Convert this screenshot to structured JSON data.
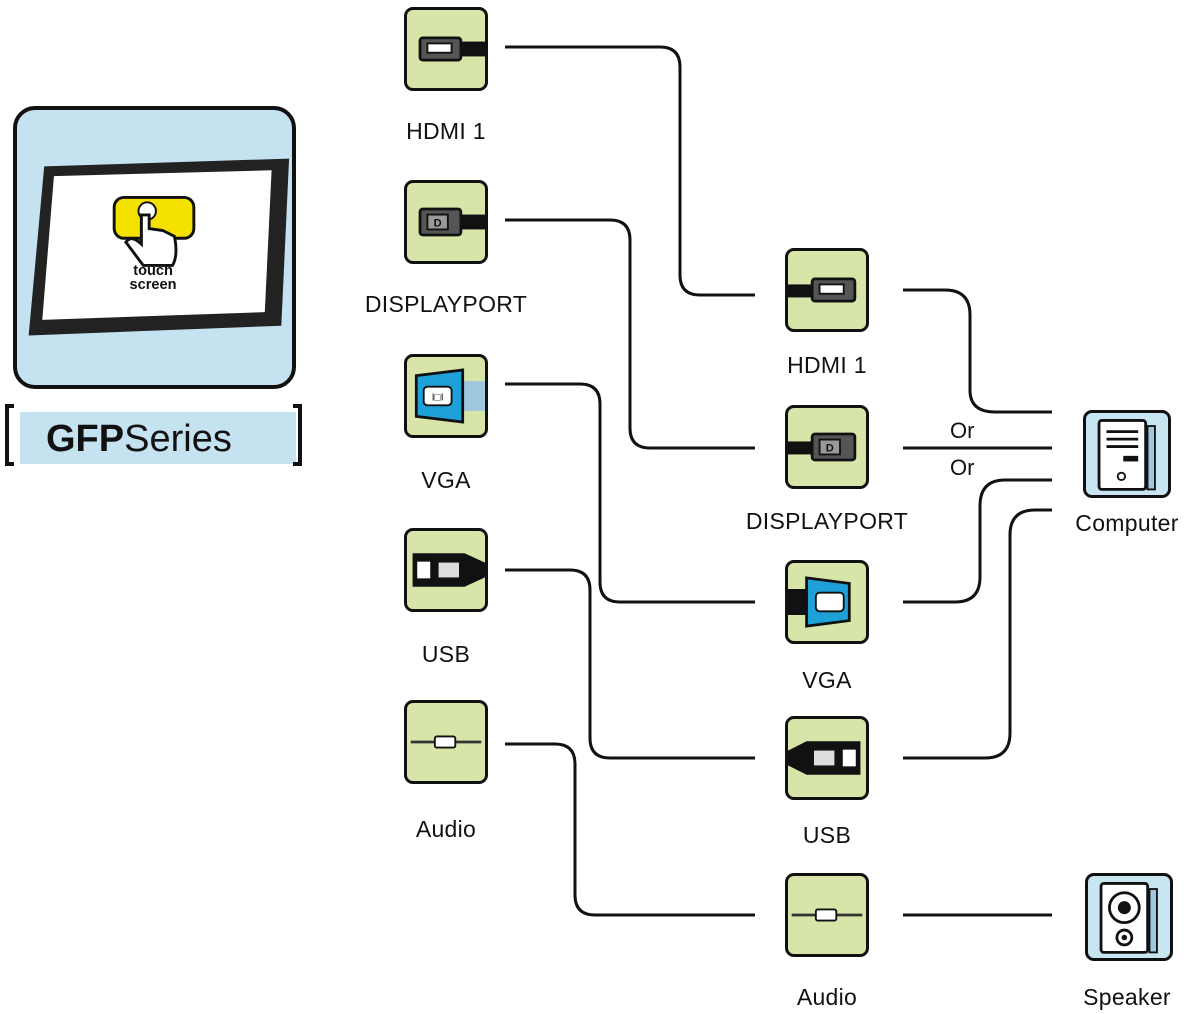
{
  "product": {
    "screen_text_line1": "touch",
    "screen_text_line2": "screen",
    "series_bold": "GFP",
    "series_rest": "Series"
  },
  "left_ports": [
    {
      "icon": "hdmi-connector-icon",
      "label": "HDMI 1"
    },
    {
      "icon": "displayport-connector-icon",
      "label": "DISPLAYPORT"
    },
    {
      "icon": "vga-connector-icon",
      "label": "VGA"
    },
    {
      "icon": "usb-connector-icon",
      "label": "USB"
    },
    {
      "icon": "audio-jack-icon",
      "label": "Audio"
    }
  ],
  "cables": [
    {
      "icon": "hdmi-connector-icon",
      "label": "HDMI 1"
    },
    {
      "icon": "displayport-connector-icon",
      "label": "DISPLAYPORT"
    },
    {
      "icon": "vga-connector-icon",
      "label": "VGA"
    },
    {
      "icon": "usb-connector-icon",
      "label": "USB"
    },
    {
      "icon": "audio-jack-icon",
      "label": "Audio"
    }
  ],
  "devices": {
    "computer": {
      "icon": "computer-tower-icon",
      "label": "Computer"
    },
    "speaker": {
      "icon": "speaker-icon",
      "label": "Speaker"
    }
  },
  "or_labels": [
    "Or",
    "Or"
  ],
  "colors": {
    "connector_bg": "#d7e6a8",
    "device_bg": "#c8e6f2",
    "vga_blue": "#1ea0d8",
    "touch_yellow": "#f5e100"
  }
}
